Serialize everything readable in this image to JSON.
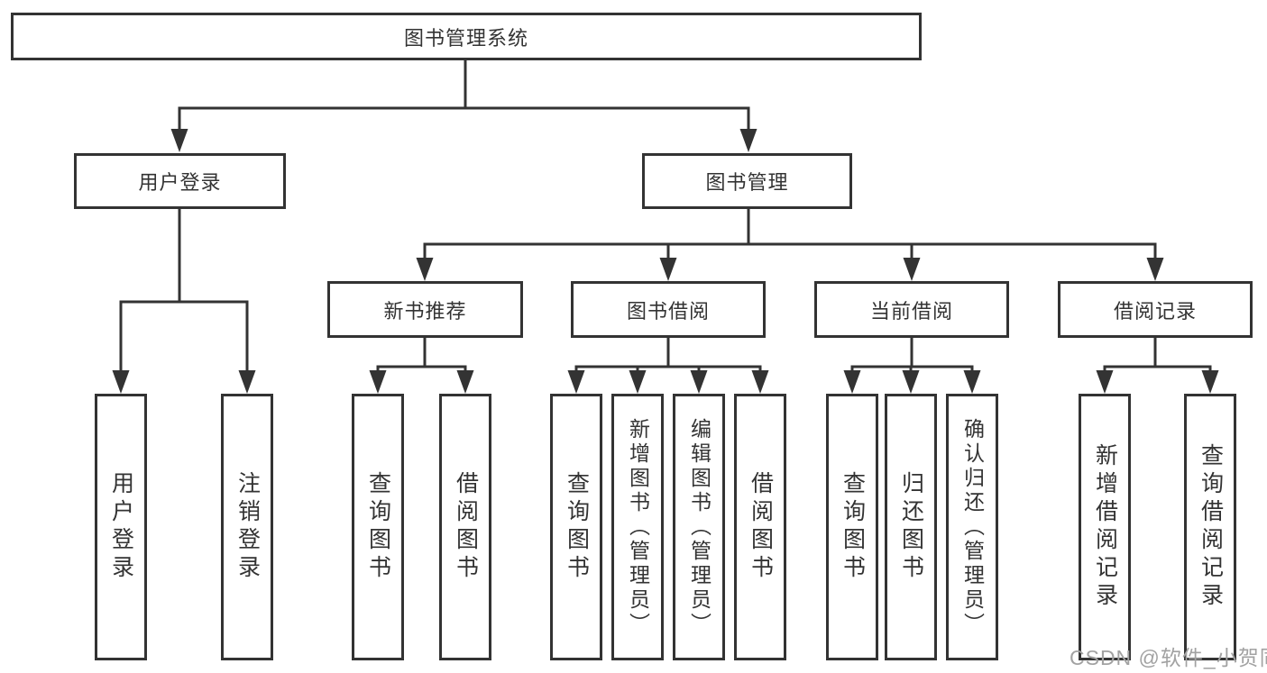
{
  "diagram_type": "hierarchy-tree",
  "colors": {
    "line": "#333333",
    "text": "#333333",
    "box_background": "#ffffff",
    "watermark": "#a2a2a2",
    "background": "#ffffff"
  },
  "nodes": {
    "root": "图书管理系统",
    "user_login": "用户登录",
    "book_mgmt": "图书管理",
    "new_book_rec": "新书推荐",
    "book_borrow": "图书借阅",
    "current_borrow": "当前借阅",
    "borrow_record": "借阅记录",
    "ul_user_login": "用户登录",
    "ul_logout": "注销登录",
    "nb_query_book": "查询图书",
    "nb_borrow_book": "借阅图书",
    "bb_query_book": "查询图书",
    "bb_add_book": "新增图书（管理员）",
    "bb_edit_book": "编辑图书（管理员）",
    "bb_borrow_book": "借阅图书",
    "cb_query_book": "查询图书",
    "cb_return_book": "归还图书",
    "cb_confirm_return": "确认归还（管理员）",
    "br_add_record": "新增借阅记录",
    "br_query_record": "查询借阅记录"
  },
  "hierarchy": {
    "图书管理系统": {
      "用户登录": [
        "用户登录",
        "注销登录"
      ],
      "图书管理": {
        "新书推荐": [
          "查询图书",
          "借阅图书"
        ],
        "图书借阅": [
          "查询图书",
          "新增图书（管理员）",
          "编辑图书（管理员）",
          "借阅图书"
        ],
        "当前借阅": [
          "查询图书",
          "归还图书",
          "确认归还（管理员）"
        ],
        "借阅记录": [
          "新增借阅记录",
          "查询借阅记录"
        ]
      }
    }
  },
  "watermark": "CSDN @软件_小贺同学"
}
